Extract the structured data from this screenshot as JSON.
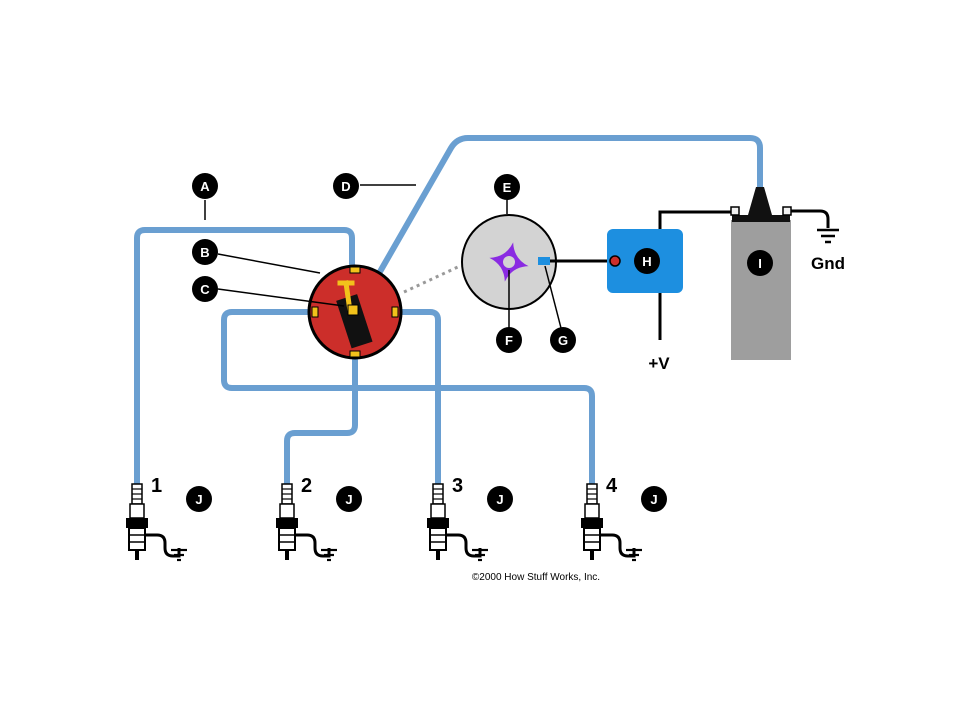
{
  "labels": {
    "A": "A",
    "B": "B",
    "C": "C",
    "D": "D",
    "E": "E",
    "F": "F",
    "G": "G",
    "H": "H",
    "I": "I",
    "J": "J"
  },
  "plugs": [
    "1",
    "2",
    "3",
    "4"
  ],
  "supply_label": "+V",
  "ground_label": "Gnd",
  "copyright": "©2000 How Stuff Works, Inc.",
  "colors": {
    "wire": "#6a9fd1",
    "distributor_cap": "#cc2e2a",
    "rotor": "#f2c21b",
    "module": "#1d8fe0",
    "coil_body": "#9e9e9e",
    "trigger_wheel": "#d3d3d3",
    "reluctor": "#8a2be2",
    "sensor": "#1d8fe0"
  }
}
